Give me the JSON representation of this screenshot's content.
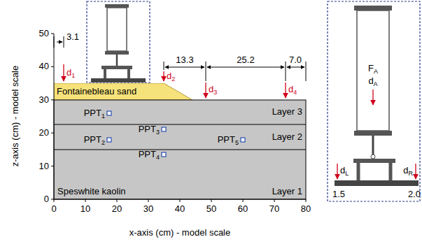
{
  "diagram": {
    "nodes": [
      {
        "text": [
          "Fontainebleau sand"
        ]
      },
      {
        "text": [
          "Layer 3"
        ]
      },
      {
        "text": [
          "Layer 2"
        ]
      },
      {
        "text": [
          "Speswhite kaolin",
          "Layer 1"
        ]
      }
    ],
    "labels": [
      "z-axis (cm) - model scale",
      "x-axis (cm) - model scale",
      "0",
      "10",
      "20",
      "30",
      "40",
      "50",
      "0",
      "10",
      "20",
      "30",
      "40",
      "50",
      "60",
      "70",
      "80",
      "3.1",
      "13.3",
      "25.2",
      "7.0",
      "d1",
      "d2",
      "d3",
      "d4",
      "PPT1",
      "PPT2",
      "PPT3",
      "PPT4",
      "PPT5",
      "FA",
      "dA",
      "dL",
      "dR",
      "1.5",
      "2.0"
    ]
  }
}
